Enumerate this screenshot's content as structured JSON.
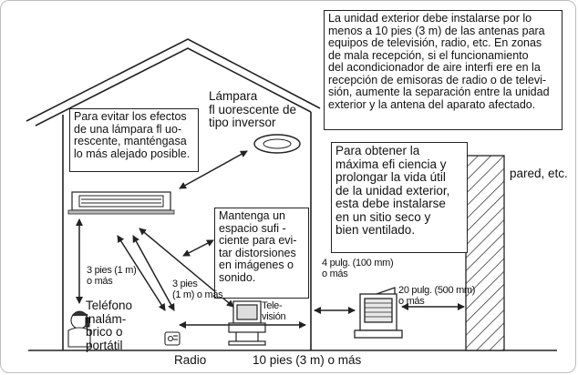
{
  "notes": {
    "top_right": "La unidad exterior debe instalarse por lo\nmenos a 10 pies (3 m) de las antenas para\nequipos de televisión, radio, etc. En zonas\nde mala recepción, si el funcionamiento\ndel acondicionador de aire interfi ere en la\nrecepción de emisoras de radio o de televi-\nsión, aumente la separación entre la unidad\nexterior y la antena del aparato afectado.",
    "lamp_advice": "Para evitar los efectos\nde una lámpara fl uo-\nrescente, manténgasa\nlo más alejado posible.",
    "outdoor_unit": "Para obtener la\nmáxima efi ciencia y\nprolongar la vida útil\nde la unidad exterior,\nesta debe instalarse\nen un sitio seco y\nbien ventilado.",
    "space": "Mantenga un\nespacio sufi -\nciente para evi-\ntar distorsiones\nen imágenes o\nsonido."
  },
  "labels": {
    "lamp": "Lámpara\nfl uorescente de\ntipo inversor",
    "wall": "pared, etc.",
    "phone": "Teléfono\ninalám-\nbrico o\nportátil",
    "radio": "Radio",
    "tv": "Tele-\nvisión",
    "dist_floor": "10 pies (3 m) o más",
    "dist_3ft_phone": "3 pies (1 m)\no más",
    "dist_3ft_radio": "3 pies\n(1 m) o más",
    "dist_4in": "4 pulg. (100 mm)\no más",
    "dist_20in": "20 pulg. (500 mm)\no más"
  }
}
